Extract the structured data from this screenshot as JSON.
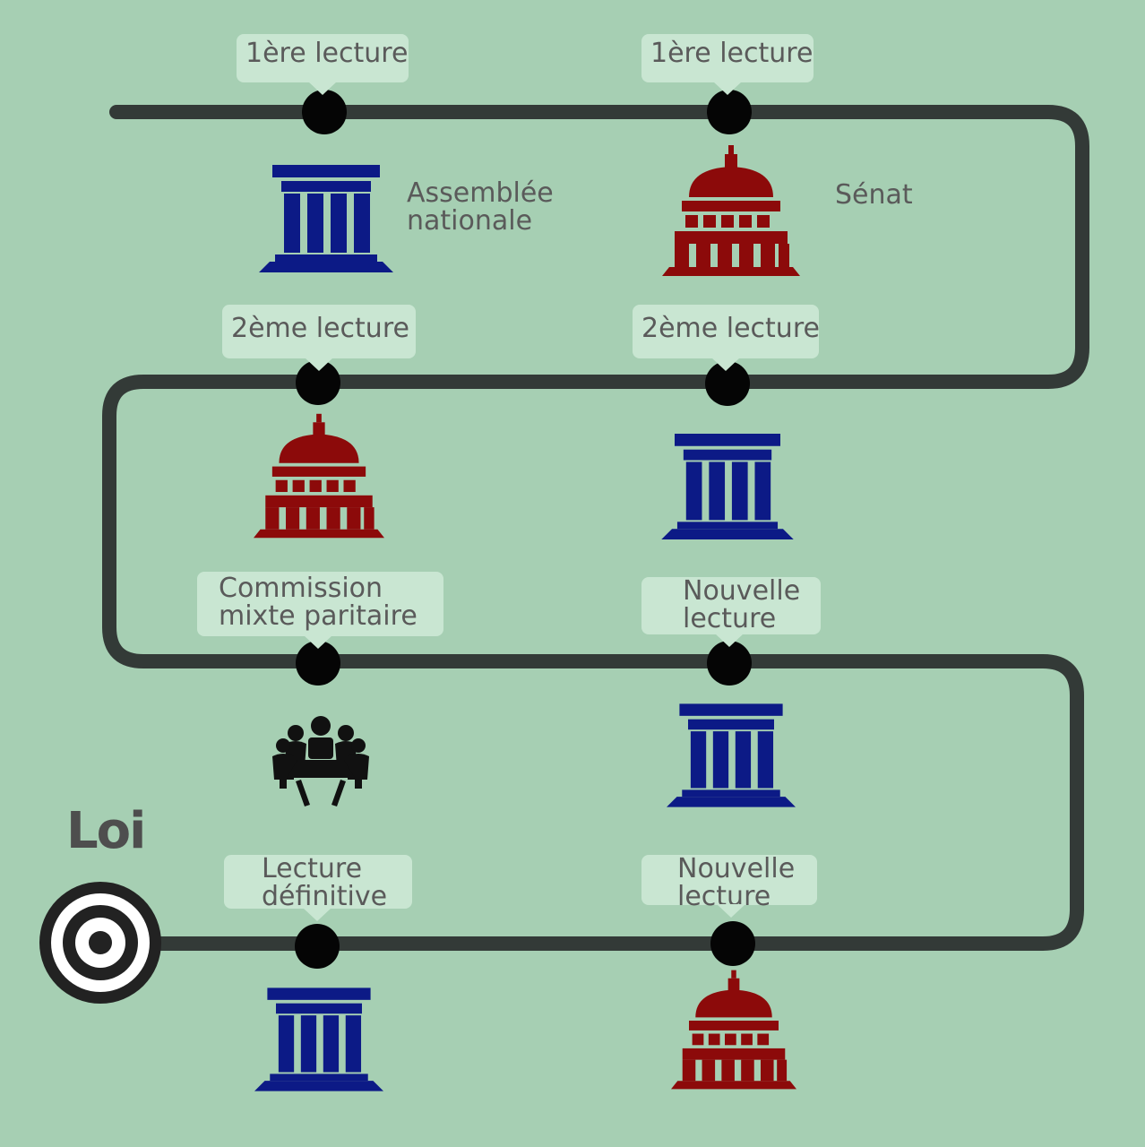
{
  "colors": {
    "background": "#a6cfb3",
    "path": "#333a37",
    "assemblee": "#0c1a86",
    "senat": "#8c0a0a",
    "commission": "#111111",
    "text": "#5a5a5a",
    "bubble": "#c9e6d2"
  },
  "steps": {
    "s1": {
      "label": "1ère lecture",
      "chamber": "assemblee"
    },
    "s2": {
      "label": "1ère lecture",
      "chamber": "senat"
    },
    "s3": {
      "label": "2ème lecture",
      "chamber": "assemblee"
    },
    "s4": {
      "label": "2ème lecture",
      "chamber": "senat"
    },
    "s5": {
      "label_line1": "Commission",
      "label_line2": "mixte paritaire",
      "chamber": "commission"
    },
    "s6": {
      "label_line1": "Nouvelle",
      "label_line2": "lecture",
      "chamber": "assemblee"
    },
    "s7": {
      "label_line1": "Nouvelle",
      "label_line2": "lecture",
      "chamber": "senat"
    },
    "s8": {
      "label_line1": "Lecture",
      "label_line2": "définitive",
      "chamber": "assemblee"
    }
  },
  "legend": {
    "assemblee_line1": "Assemblée",
    "assemblee_line2": "nationale",
    "senat": "Sénat"
  },
  "end_label": "Loi",
  "icons": {
    "assemblee": "assemblee-building-icon",
    "senat": "senat-dome-icon",
    "commission": "meeting-table-icon",
    "goal": "target-icon"
  }
}
